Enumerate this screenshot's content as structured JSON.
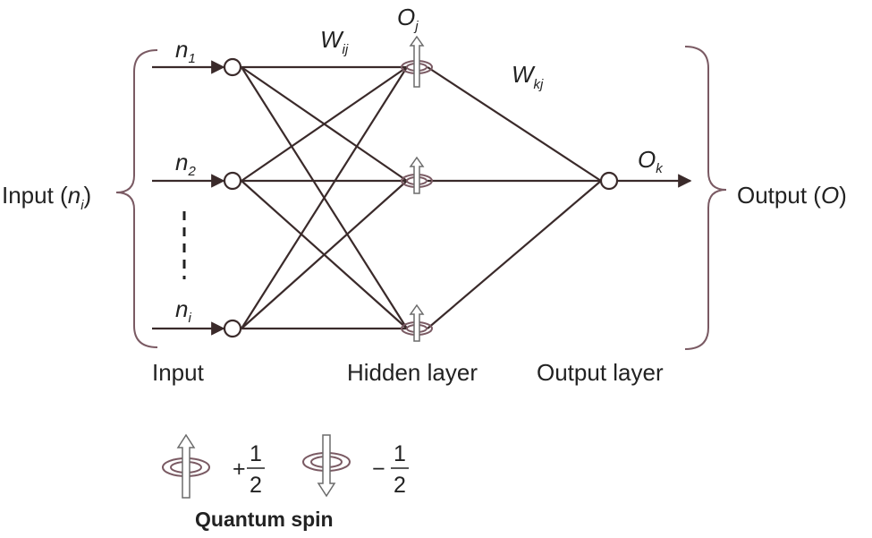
{
  "labels": {
    "input_sides": "Input (",
    "input_sides_var": "n",
    "input_sides_sub": "i",
    "input_sides_close": ")",
    "output_side": "Output (",
    "output_side_var": "O",
    "output_side_close": ")",
    "layer_input": "Input",
    "layer_hidden": "Hidden layer",
    "layer_output": "Output layer",
    "legend_title": "Quantum spin"
  },
  "inputs": [
    {
      "var": "n",
      "sub": "1"
    },
    {
      "var": "n",
      "sub": "2"
    },
    {
      "var": "n",
      "sub": "i"
    }
  ],
  "weights": {
    "ij_var": "W",
    "ij_sub": "ij",
    "kj_var": "W",
    "kj_sub": "kj"
  },
  "outputs": {
    "hidden_var": "O",
    "hidden_sub": "j",
    "out_var": "O",
    "out_sub": "k"
  },
  "legend": [
    {
      "direction": "up",
      "sign": "+",
      "num": "1",
      "den": "2"
    },
    {
      "direction": "down",
      "sign": "−",
      "num": "1",
      "den": "2"
    }
  ],
  "colors": {
    "line": "#3a2a2a",
    "brace": "#7a5a63",
    "spin": "#6b6b6b"
  }
}
